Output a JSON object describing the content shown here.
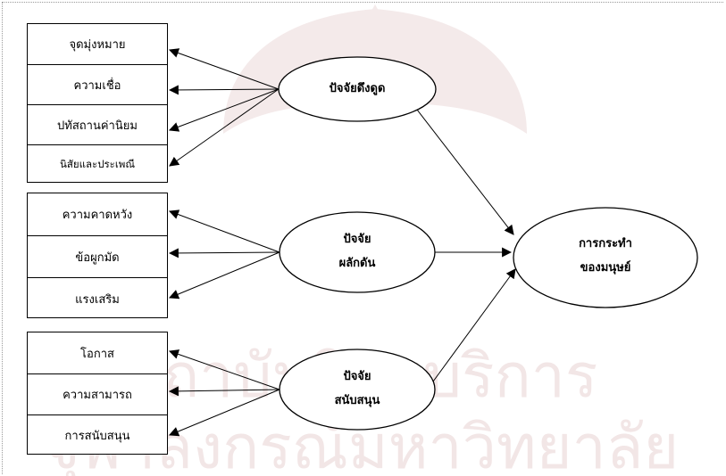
{
  "left_groups": [
    {
      "items": [
        "จุดมุ่งหมาย",
        "ความเชื่อ",
        "ปทัสถานค่านิยม",
        "นิสัยและประเพณี"
      ]
    },
    {
      "items": [
        "ความคาดหวัง",
        "ข้อผูกมัด",
        "แรงเสริม"
      ]
    },
    {
      "items": [
        "โอกาส",
        "ความสามารถ",
        "การสนับสนุน"
      ]
    }
  ],
  "factors": [
    {
      "line1": "ปัจจัยดึงดูด",
      "line2": ""
    },
    {
      "line1": "ปัจจัย",
      "line2": "ผลักดัน"
    },
    {
      "line1": "ปัจจัย",
      "line2": "สนับสนุน"
    }
  ],
  "outcome": {
    "line1": "การกระทำ",
    "line2": "ของมนุษย์"
  },
  "watermark_text": [
    "สถาบันวิทยบริการ",
    "จุฬาลงกรณ์มหาวิทยาลัย"
  ],
  "colors": {
    "watermark": "#f2e6e6",
    "line": "#000000"
  }
}
